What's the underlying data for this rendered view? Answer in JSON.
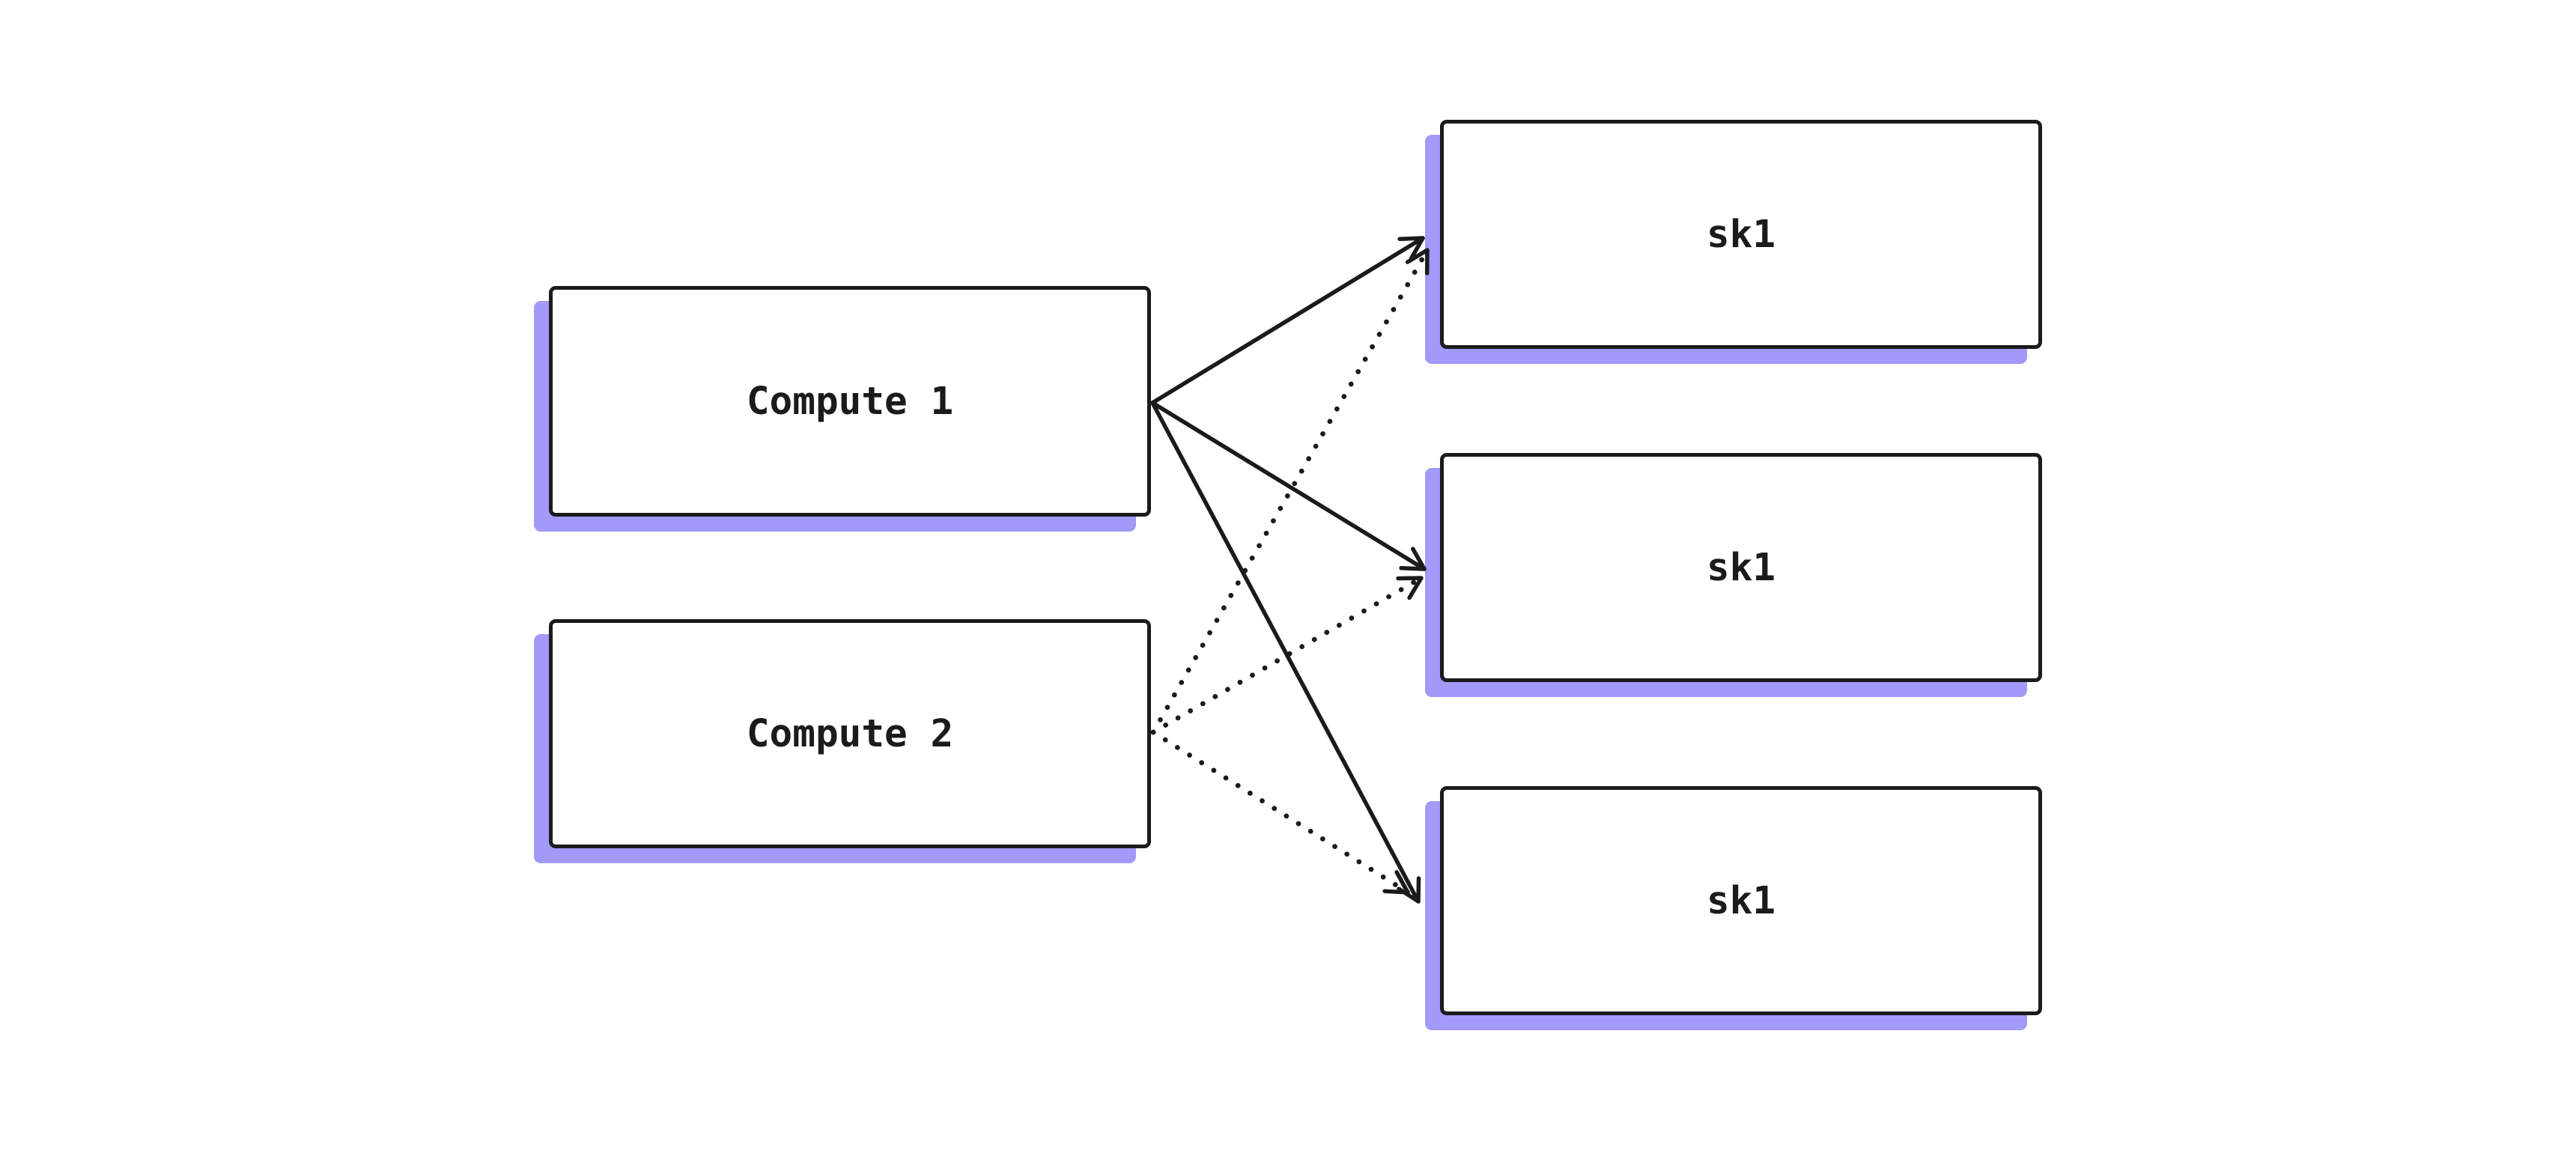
{
  "diagram": {
    "background_color": "#ffffff",
    "node_fill_color": "#ffffff",
    "node_stroke_color": "#1b1b1e",
    "node_shadow_color": "#a299f8",
    "nodes": [
      {
        "id": "compute-1",
        "label": "Compute 1"
      },
      {
        "id": "compute-2",
        "label": "Compute 2"
      },
      {
        "id": "sk1-top",
        "label": "sk1"
      },
      {
        "id": "sk1-middle",
        "label": "sk1"
      },
      {
        "id": "sk1-bottom",
        "label": "sk1"
      }
    ],
    "edges": [
      {
        "from": "compute-1",
        "to": "sk1-top",
        "style": "solid",
        "points": [
          [
            1539,
            538
          ],
          [
            1900,
            318
          ]
        ]
      },
      {
        "from": "compute-1",
        "to": "sk1-middle",
        "style": "solid",
        "points": [
          [
            1539,
            538
          ],
          [
            1902,
            760
          ]
        ]
      },
      {
        "from": "compute-1",
        "to": "sk1-bottom",
        "style": "solid",
        "points": [
          [
            1539,
            538
          ],
          [
            1894,
            1204
          ]
        ]
      },
      {
        "from": "compute-2",
        "to": "sk1-top",
        "style": "dotted",
        "points": [
          [
            1540,
            978
          ],
          [
            1906,
            334
          ]
        ]
      },
      {
        "from": "compute-2",
        "to": "sk1-middle",
        "style": "dotted",
        "points": [
          [
            1540,
            978
          ],
          [
            1898,
            772
          ]
        ]
      },
      {
        "from": "compute-2",
        "to": "sk1-bottom",
        "style": "dotted",
        "points": [
          [
            1540,
            978
          ],
          [
            1880,
            1192
          ]
        ]
      }
    ]
  }
}
